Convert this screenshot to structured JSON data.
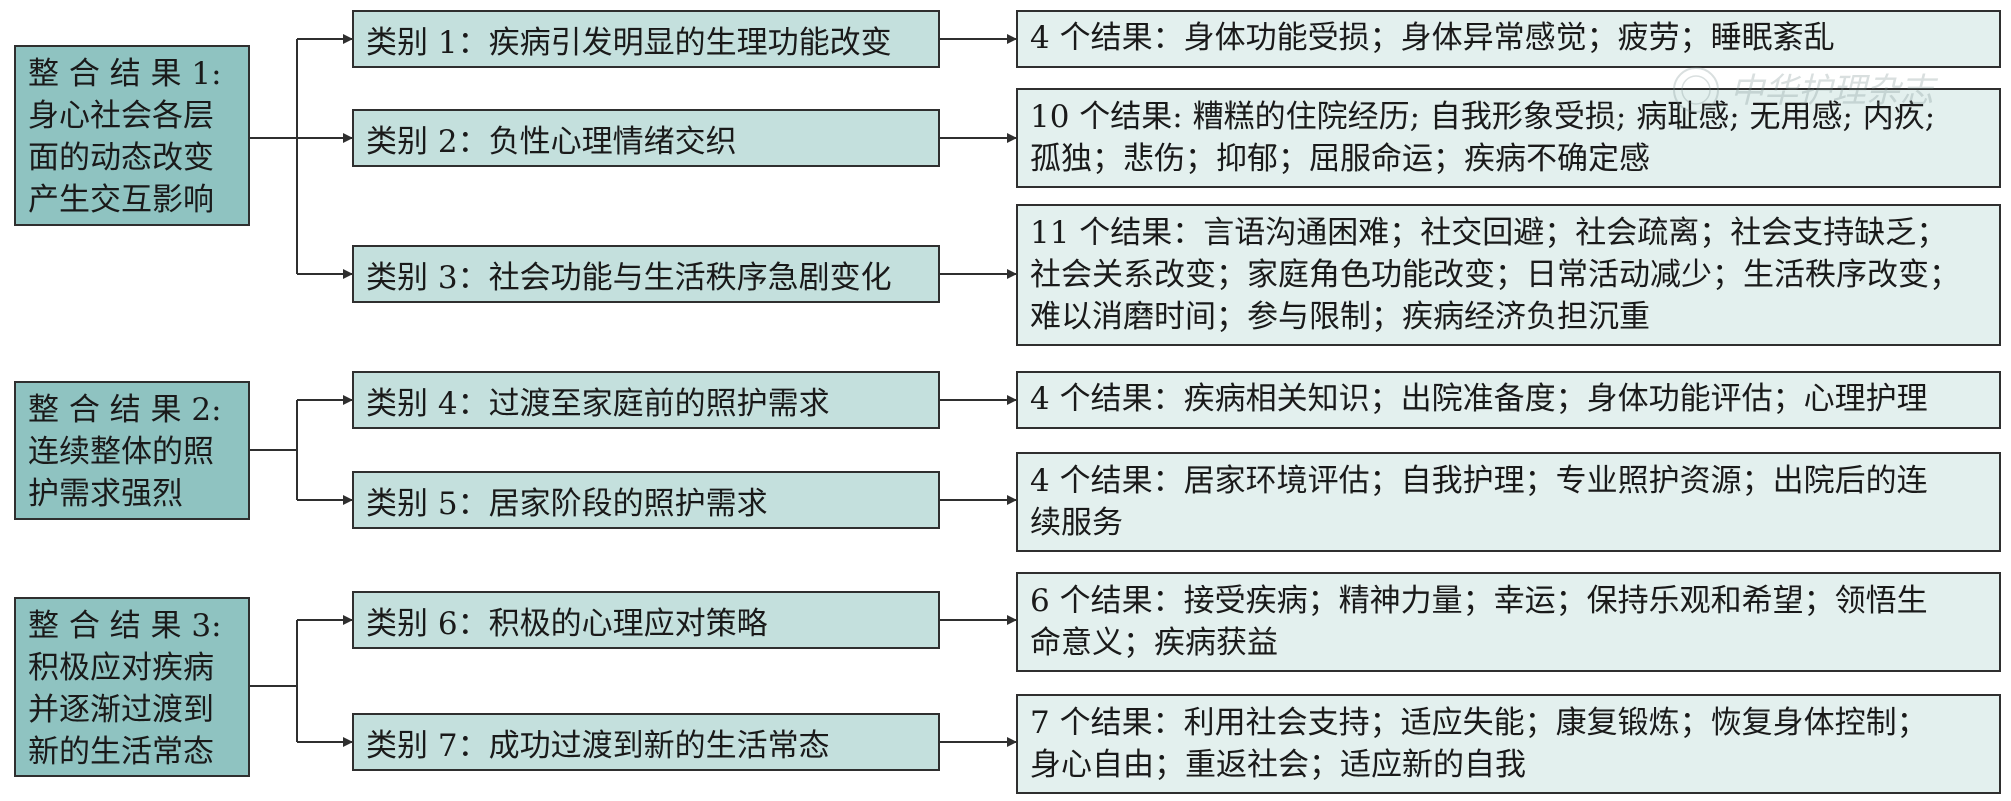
{
  "integrations": [
    {
      "lines": [
        "整 合 结 果 1:",
        "身心社会各层",
        "面的动态改变",
        "产生交互影响"
      ],
      "categories": [
        {
          "label": "类别 1：疾病引发明显的生理功能改变",
          "result": [
            "4 个结果：身体功能受损；身体异常感觉；疲劳；睡眠紊乱"
          ]
        },
        {
          "label": "类别 2：负性心理情绪交织",
          "result": [
            "10 个结果: 糟糕的住院经历; 自我形象受损; 病耻感; 无用感; 内疚;",
            "孤独；悲伤；抑郁；屈服命运；疾病不确定感"
          ]
        },
        {
          "label": "类别 3：社会功能与生活秩序急剧变化",
          "result": [
            "11 个结果：言语沟通困难；社交回避；社会疏离；社会支持缺乏；",
            "社会关系改变；家庭角色功能改变；日常活动减少；生活秩序改变；",
            "难以消磨时间；参与限制；疾病经济负担沉重"
          ]
        }
      ]
    },
    {
      "lines": [
        "整 合 结 果 2:",
        "连续整体的照",
        "护需求强烈"
      ],
      "categories": [
        {
          "label": "类别 4：过渡至家庭前的照护需求",
          "result": [
            "4 个结果：疾病相关知识；出院准备度；身体功能评估；心理护理"
          ]
        },
        {
          "label": "类别 5：居家阶段的照护需求",
          "result": [
            "4 个结果：居家环境评估；自我护理；专业照护资源；出院后的连",
            "续服务"
          ]
        }
      ]
    },
    {
      "lines": [
        "整 合 结 果 3:",
        "积极应对疾病",
        "并逐渐过渡到",
        "新的生活常态"
      ],
      "categories": [
        {
          "label": "类别 6：积极的心理应对策略",
          "result": [
            "6 个结果：接受疾病；精神力量；幸运；保持乐观和希望；领悟生",
            "命意义；疾病获益"
          ]
        },
        {
          "label": "类别 7：成功过渡到新的生活常态",
          "result": [
            "7 个结果：利用社会支持；适应失能；康复锻炼；恢复身体控制；",
            "身心自由；重返社会；适应新的自我"
          ]
        }
      ]
    }
  ],
  "watermark": "中华护理杂志",
  "colors": {
    "integration_fill": "#8fc3c1",
    "category_fill": "#c4e0dd",
    "result_fill": "#e3f0ee",
    "line": "#2f2f2f"
  }
}
